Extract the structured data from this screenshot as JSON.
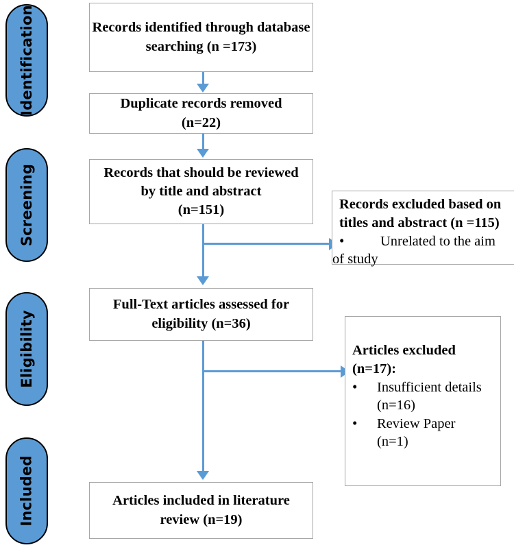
{
  "diagram": {
    "title": "PRISMA study selection flow diagram",
    "accent_color": "#5B9BD5",
    "box_border_color": "#a6a6a6",
    "pill_border_color": "#000000"
  },
  "stages": [
    {
      "id": "identification",
      "label": "Identification"
    },
    {
      "id": "screening",
      "label": "Screening"
    },
    {
      "id": "eligibility",
      "label": "Eligibility"
    },
    {
      "id": "included",
      "label": "Included"
    }
  ],
  "boxes": {
    "records_identified": {
      "line1": "Records identified through database",
      "line2": "searching (n =173)"
    },
    "duplicates_removed": {
      "line1": "Duplicate records removed",
      "line2": "(n=22)"
    },
    "records_to_review": {
      "line1": "Records that should be reviewed",
      "line2": "by title and abstract",
      "line3": "(n=151)"
    },
    "records_excluded": {
      "line1": "Records excluded based on",
      "line2": "titles and abstract (n =115)",
      "bullets": [
        {
          "text": "Unrelated to the aim",
          "cont": "of study"
        }
      ]
    },
    "fulltext_assessed": {
      "line1": "Full-Text articles assessed for",
      "line2": "eligibility (n=36)"
    },
    "articles_excluded": {
      "line1": "Articles excluded",
      "line2": "(n=17):",
      "bullets": [
        {
          "text": "Insufficient details",
          "cont": "(n=16)"
        },
        {
          "text": "Review Paper",
          "cont": "(n=1)"
        }
      ]
    },
    "articles_included": {
      "line1": "Articles included in literature",
      "line2": "review (n=19)"
    }
  },
  "chart_data": {
    "type": "diagram",
    "title": "PRISMA flow of study selection",
    "nodes": [
      {
        "id": "records_identified",
        "stage": "Identification",
        "label": "Records identified through database searching",
        "n": 173
      },
      {
        "id": "duplicates_removed",
        "stage": "Identification",
        "label": "Duplicate records removed",
        "n": 22
      },
      {
        "id": "records_to_review",
        "stage": "Screening",
        "label": "Records that should be reviewed by title and abstract",
        "n": 151
      },
      {
        "id": "records_excluded",
        "stage": "Screening",
        "label": "Records excluded based on titles and abstract",
        "n": 115,
        "reasons": [
          {
            "label": "Unrelated to the aim of study",
            "n": null
          }
        ]
      },
      {
        "id": "fulltext_assessed",
        "stage": "Eligibility",
        "label": "Full-Text articles assessed for eligibility",
        "n": 36
      },
      {
        "id": "articles_excluded",
        "stage": "Eligibility",
        "label": "Articles excluded",
        "n": 17,
        "reasons": [
          {
            "label": "Insufficient details",
            "n": 16
          },
          {
            "label": "Review Paper",
            "n": 1
          }
        ]
      },
      {
        "id": "articles_included",
        "stage": "Included",
        "label": "Articles included in literature review",
        "n": 19
      }
    ],
    "edges": [
      {
        "from": "records_identified",
        "to": "duplicates_removed",
        "direction": "down"
      },
      {
        "from": "duplicates_removed",
        "to": "records_to_review",
        "direction": "down"
      },
      {
        "from": "records_to_review",
        "to": "records_excluded",
        "direction": "right"
      },
      {
        "from": "records_to_review",
        "to": "fulltext_assessed",
        "direction": "down"
      },
      {
        "from": "fulltext_assessed",
        "to": "articles_excluded",
        "direction": "right"
      },
      {
        "from": "fulltext_assessed",
        "to": "articles_included",
        "direction": "down"
      }
    ]
  }
}
